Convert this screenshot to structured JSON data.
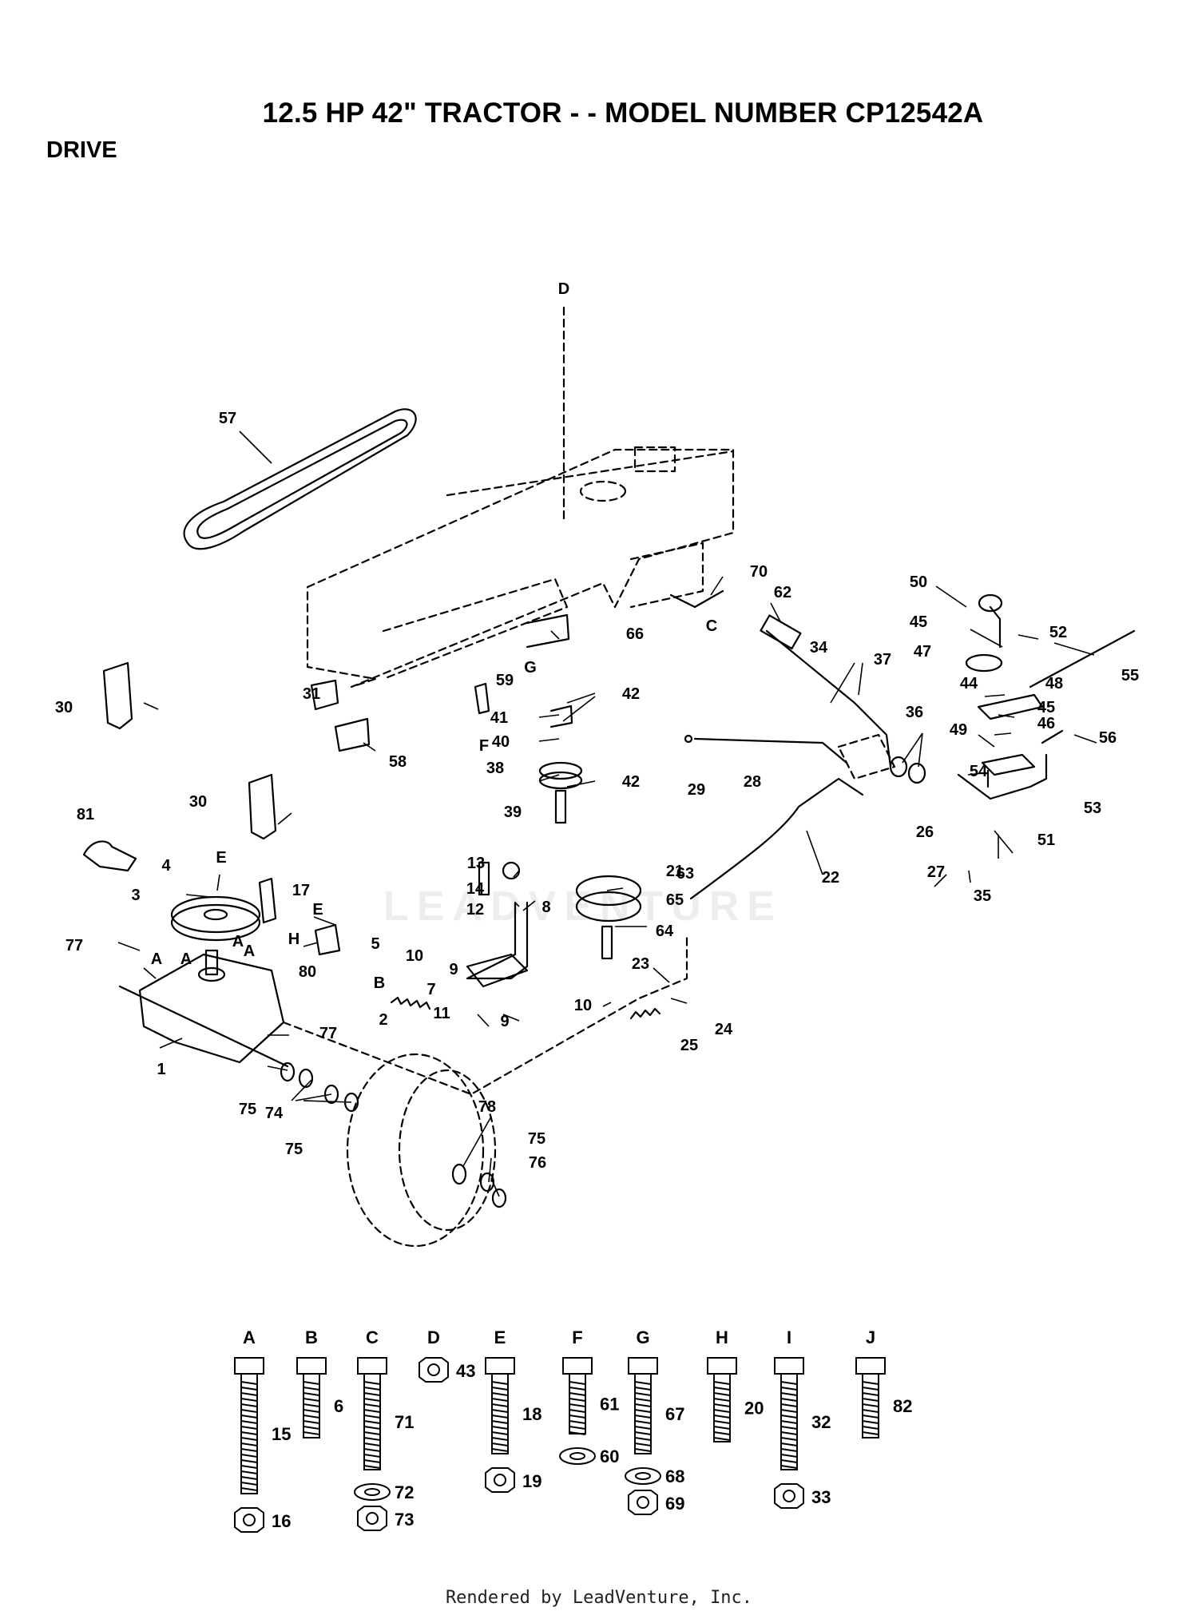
{
  "header": {
    "title": "12.5 HP 42\" TRACTOR - - MODEL NUMBER CP12542A",
    "section": "DRIVE"
  },
  "watermark": "LEADVENTURE",
  "footer": "Rendered by LeadVenture, Inc.",
  "callouts": [
    {
      "id": "c57",
      "label": "57"
    },
    {
      "id": "cD",
      "label": "D"
    },
    {
      "id": "c70",
      "label": "70"
    },
    {
      "id": "cC",
      "label": "C"
    },
    {
      "id": "c62",
      "label": "62"
    },
    {
      "id": "c50",
      "label": "50"
    },
    {
      "id": "c45a",
      "label": "45"
    },
    {
      "id": "c52",
      "label": "52"
    },
    {
      "id": "c47",
      "label": "47"
    },
    {
      "id": "c66",
      "label": "66"
    },
    {
      "id": "cG",
      "label": "G"
    },
    {
      "id": "c34",
      "label": "34"
    },
    {
      "id": "c37",
      "label": "37"
    },
    {
      "id": "c44",
      "label": "44"
    },
    {
      "id": "c48",
      "label": "48"
    },
    {
      "id": "c55",
      "label": "55"
    },
    {
      "id": "c30a",
      "label": "30"
    },
    {
      "id": "c31",
      "label": "31"
    },
    {
      "id": "c59",
      "label": "59"
    },
    {
      "id": "c41",
      "label": "41"
    },
    {
      "id": "c42a",
      "label": "42"
    },
    {
      "id": "cF",
      "label": "F"
    },
    {
      "id": "c40",
      "label": "40"
    },
    {
      "id": "c36",
      "label": "36"
    },
    {
      "id": "c45b",
      "label": "45"
    },
    {
      "id": "c46",
      "label": "46"
    },
    {
      "id": "c49",
      "label": "49"
    },
    {
      "id": "c56",
      "label": "56"
    },
    {
      "id": "c58",
      "label": "58"
    },
    {
      "id": "c38",
      "label": "38"
    },
    {
      "id": "c42b",
      "label": "42"
    },
    {
      "id": "c29",
      "label": "29"
    },
    {
      "id": "c28",
      "label": "28"
    },
    {
      "id": "c54",
      "label": "54"
    },
    {
      "id": "c53",
      "label": "53"
    },
    {
      "id": "c30b",
      "label": "30"
    },
    {
      "id": "c39",
      "label": "39"
    },
    {
      "id": "c26",
      "label": "26"
    },
    {
      "id": "c51",
      "label": "51"
    },
    {
      "id": "c81",
      "label": "81"
    },
    {
      "id": "c13",
      "label": "13"
    },
    {
      "id": "c21",
      "label": "21"
    },
    {
      "id": "c63",
      "label": "63"
    },
    {
      "id": "c27",
      "label": "27"
    },
    {
      "id": "c22",
      "label": "22"
    },
    {
      "id": "c4",
      "label": "4"
    },
    {
      "id": "cE1",
      "label": "E"
    },
    {
      "id": "c14",
      "label": "14"
    },
    {
      "id": "c17",
      "label": "17"
    },
    {
      "id": "c35",
      "label": "35"
    },
    {
      "id": "c3",
      "label": "3"
    },
    {
      "id": "c12",
      "label": "12"
    },
    {
      "id": "c8",
      "label": "8"
    },
    {
      "id": "c65",
      "label": "65"
    },
    {
      "id": "cE2",
      "label": "E"
    },
    {
      "id": "c64",
      "label": "64"
    },
    {
      "id": "c77a",
      "label": "77"
    },
    {
      "id": "cH",
      "label": "H"
    },
    {
      "id": "c5",
      "label": "5"
    },
    {
      "id": "cA1",
      "label": "A"
    },
    {
      "id": "cA2",
      "label": "A"
    },
    {
      "id": "cA3",
      "label": "A"
    },
    {
      "id": "cA4",
      "label": "A"
    },
    {
      "id": "c10a",
      "label": "10"
    },
    {
      "id": "c9a",
      "label": "9"
    },
    {
      "id": "c80",
      "label": "80"
    },
    {
      "id": "c7",
      "label": "7"
    },
    {
      "id": "cB",
      "label": "B"
    },
    {
      "id": "c23",
      "label": "23"
    },
    {
      "id": "c2",
      "label": "2"
    },
    {
      "id": "c11",
      "label": "11"
    },
    {
      "id": "c9b",
      "label": "9"
    },
    {
      "id": "c10b",
      "label": "10"
    },
    {
      "id": "c24",
      "label": "24"
    },
    {
      "id": "c77b",
      "label": "77"
    },
    {
      "id": "c25",
      "label": "25"
    },
    {
      "id": "c1",
      "label": "1"
    },
    {
      "id": "c75a",
      "label": "75"
    },
    {
      "id": "c74",
      "label": "74"
    },
    {
      "id": "c78",
      "label": "78"
    },
    {
      "id": "c75b",
      "label": "75"
    },
    {
      "id": "c75c",
      "label": "75"
    },
    {
      "id": "c76",
      "label": "76"
    }
  ],
  "hardware_groups": [
    {
      "letter": "A",
      "parts": [
        "15",
        "16"
      ]
    },
    {
      "letter": "B",
      "parts": [
        "6"
      ]
    },
    {
      "letter": "C",
      "parts": [
        "71",
        "72",
        "73"
      ]
    },
    {
      "letter": "D",
      "parts": [
        "43"
      ]
    },
    {
      "letter": "E",
      "parts": [
        "18",
        "19"
      ]
    },
    {
      "letter": "F",
      "parts": [
        "61",
        "60"
      ]
    },
    {
      "letter": "G",
      "parts": [
        "67",
        "68",
        "69"
      ]
    },
    {
      "letter": "H",
      "parts": [
        "20"
      ]
    },
    {
      "letter": "I",
      "parts": [
        "32",
        "33"
      ]
    },
    {
      "letter": "J",
      "parts": [
        "82"
      ]
    }
  ]
}
